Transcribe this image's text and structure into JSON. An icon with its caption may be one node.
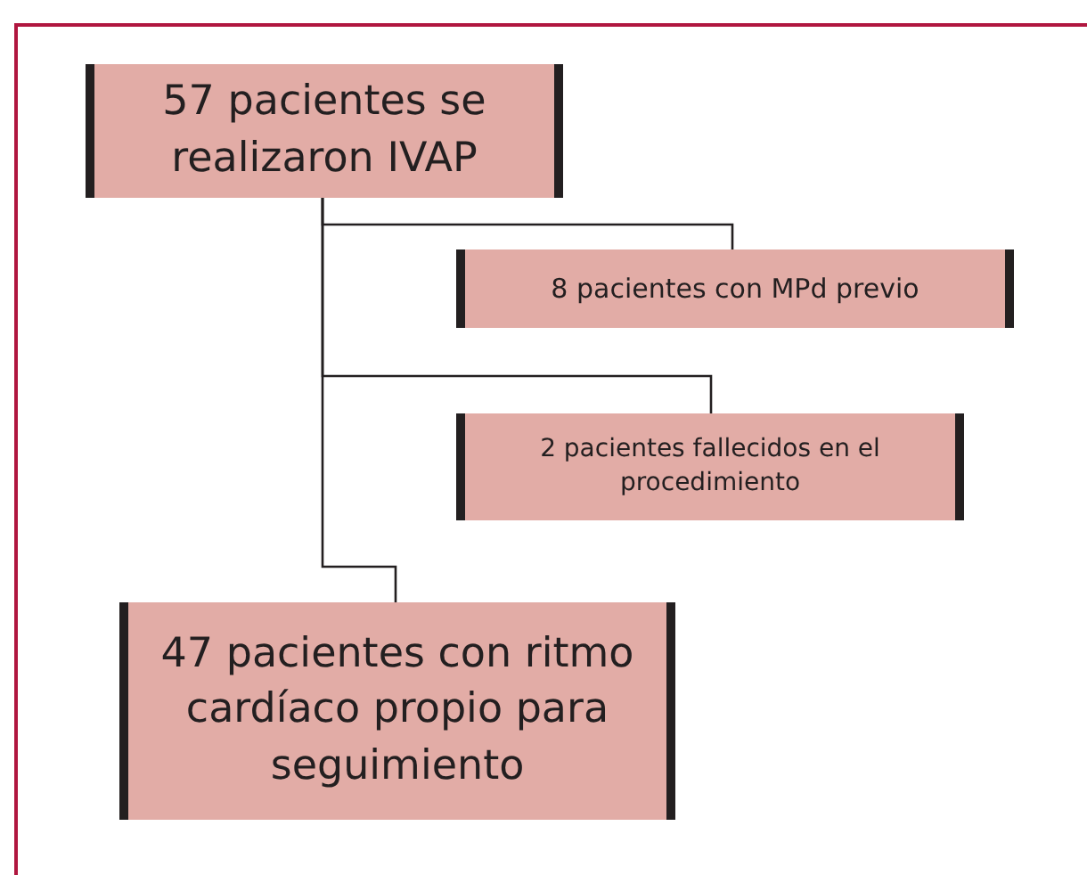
{
  "diagram": {
    "nodes": [
      {
        "text": [
          "57 pacientes se realizaron IVAP"
        ]
      },
      {
        "text": [
          "8 pacientes con MPd previo"
        ]
      },
      {
        "text": [
          "2 pacientes fallecidos en el procedimiento"
        ]
      },
      {
        "text": [
          "47 pacientes con ritmo cardíaco propio para seguimiento"
        ]
      }
    ],
    "edges": [
      {
        "from": 0,
        "to": 1,
        "arrow": "none"
      },
      {
        "from": 0,
        "to": 2,
        "arrow": "none"
      },
      {
        "from": 0,
        "to": 3,
        "arrow": "none"
      }
    ]
  }
}
